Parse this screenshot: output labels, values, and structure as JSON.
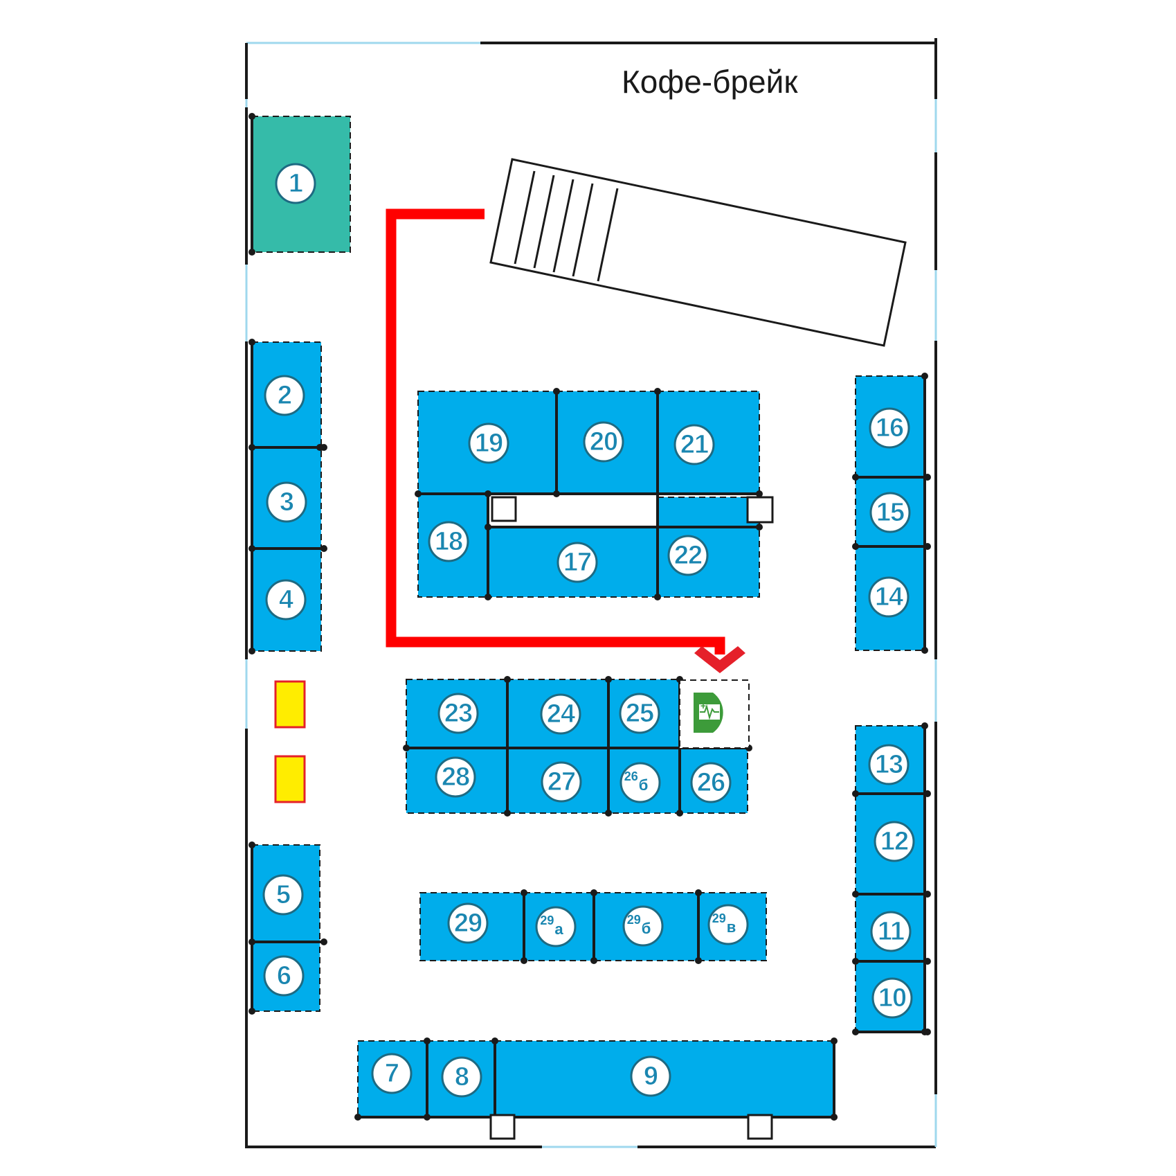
{
  "title": "Кофе-брейк",
  "colors": {
    "booth": "#00adeb",
    "booth_highlight": "#35bba9",
    "route": "#ff0000",
    "extinguisher": "#ffed00",
    "logo": "#3d9b3a"
  },
  "booths": [
    {
      "id": "1",
      "label": "1",
      "color": "green"
    },
    {
      "id": "2",
      "label": "2"
    },
    {
      "id": "3",
      "label": "3"
    },
    {
      "id": "4",
      "label": "4"
    },
    {
      "id": "5",
      "label": "5"
    },
    {
      "id": "6",
      "label": "6"
    },
    {
      "id": "7",
      "label": "7"
    },
    {
      "id": "8",
      "label": "8"
    },
    {
      "id": "9",
      "label": "9"
    },
    {
      "id": "10",
      "label": "10"
    },
    {
      "id": "11",
      "label": "11"
    },
    {
      "id": "12",
      "label": "12"
    },
    {
      "id": "13",
      "label": "13"
    },
    {
      "id": "14",
      "label": "14"
    },
    {
      "id": "15",
      "label": "15"
    },
    {
      "id": "16",
      "label": "16"
    },
    {
      "id": "17",
      "label": "17"
    },
    {
      "id": "18",
      "label": "18"
    },
    {
      "id": "19",
      "label": "19"
    },
    {
      "id": "20",
      "label": "20"
    },
    {
      "id": "21",
      "label": "21"
    },
    {
      "id": "22",
      "label": "22"
    },
    {
      "id": "23",
      "label": "23"
    },
    {
      "id": "24",
      "label": "24"
    },
    {
      "id": "25",
      "label": "25"
    },
    {
      "id": "26",
      "label": "26"
    },
    {
      "id": "26b",
      "label": "26",
      "sub": "б"
    },
    {
      "id": "27",
      "label": "27"
    },
    {
      "id": "28",
      "label": "28"
    },
    {
      "id": "29",
      "label": "29"
    },
    {
      "id": "29a",
      "label": "29",
      "sub": "а"
    },
    {
      "id": "29b",
      "label": "29",
      "sub": "б"
    },
    {
      "id": "29v",
      "label": "29",
      "sub": "в"
    }
  ],
  "logo": {
    "letter": "D"
  },
  "icons": [
    "fire-extinguisher-icon",
    "arrow-down-icon",
    "pharmacy-logo-icon"
  ]
}
